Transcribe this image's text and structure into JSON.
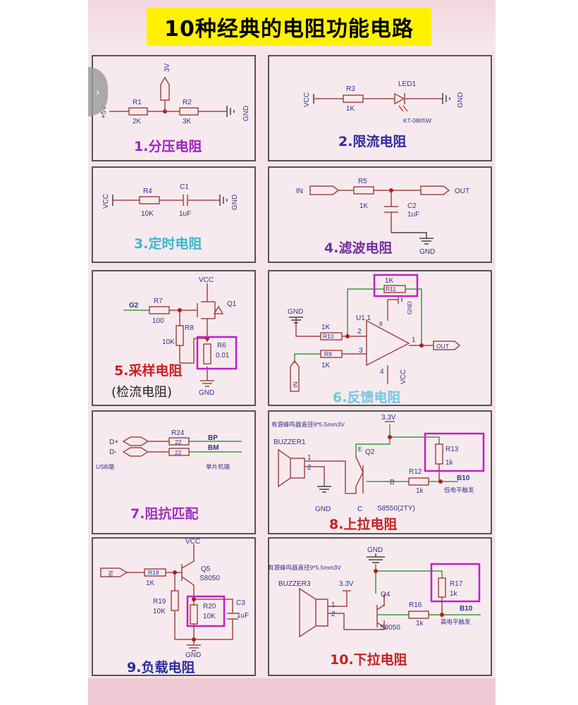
{
  "header": {
    "title": "10种经典的电阻功能电路"
  },
  "colors": {
    "title_bg": "#fff200",
    "wire": "#a04848",
    "net_wire": "#3c9a3c",
    "highlight": "#c020c8",
    "label": "#33338a"
  },
  "side_tab": {
    "icon": "chevron-right-icon",
    "glyph": "›"
  },
  "panels": [
    {
      "title": "1.分压电阻",
      "color": "#a020c0",
      "labels": [
        "+5V",
        "R1",
        "2K",
        "R2",
        "3K",
        "3V",
        "GND"
      ]
    },
    {
      "title": "2.限流电阻",
      "color": "#2c2ca0",
      "labels": [
        "VCC",
        "R3",
        "1K",
        "LED1",
        "KT-0805W",
        "GND"
      ]
    },
    {
      "title": "3.定时电阻",
      "color": "#3ab8d0",
      "labels": [
        "VCC",
        "R4",
        "10K",
        "C1",
        "1uF",
        "GND"
      ]
    },
    {
      "title": "4.滤波电阻",
      "color": "#7030a0",
      "labels": [
        "IN",
        "R5",
        "1K",
        "OUT",
        "C2",
        "1uF",
        "GND"
      ]
    },
    {
      "title": "5.采样电阻",
      "subtitle": "(检流电阻)",
      "color": "#c82020",
      "labels": [
        "VCC",
        "G2",
        "R7",
        "100",
        "Q1",
        "R8",
        "10K",
        "R6",
        "0.01",
        "GND"
      ]
    },
    {
      "title": "6.反馈电阻",
      "color": "#70c8e0",
      "labels": [
        "1K",
        "R11",
        "GND",
        "U1.1",
        "8",
        "GND",
        "1K",
        "R10",
        "2",
        "1",
        "OUT",
        "R9",
        "1K",
        "3",
        "4",
        "VCC",
        "IN"
      ]
    },
    {
      "title": "7.阻抗匹配",
      "color": "#a030c0",
      "labels": [
        "D+",
        "D-",
        "R24",
        "22",
        "22",
        "BP",
        "BM",
        "USB端",
        "单片机端"
      ]
    },
    {
      "title": "8.上拉电阻",
      "color": "#c82020",
      "labels": [
        "有源蜂鸣器直径9*5.5mm3V",
        "3.3V",
        "BUZZER1",
        "1",
        "2",
        "Q2",
        "B",
        "R12",
        "1k",
        "R13",
        "1k",
        "B10",
        "低电平触发",
        "GND",
        "C",
        "S8550(2TY)",
        "E"
      ]
    },
    {
      "title": "9.负载电阻",
      "color": "#2c2ca0",
      "labels": [
        "VCC",
        "IN",
        "R18",
        "1K",
        "Q5",
        "S8050",
        "R19",
        "10K",
        "R20",
        "10K",
        "C3",
        "1uF",
        "GND"
      ]
    },
    {
      "title": "10.下拉电阻",
      "color": "#c82020",
      "labels": [
        "GND",
        "有源蜂鸣器直径9*5.5mm3V",
        "BUZZER3",
        "3.3V",
        "1",
        "2",
        "Q4",
        "S8050",
        "R16",
        "1k",
        "R17",
        "1k",
        "B10",
        "高电平触发"
      ]
    }
  ]
}
